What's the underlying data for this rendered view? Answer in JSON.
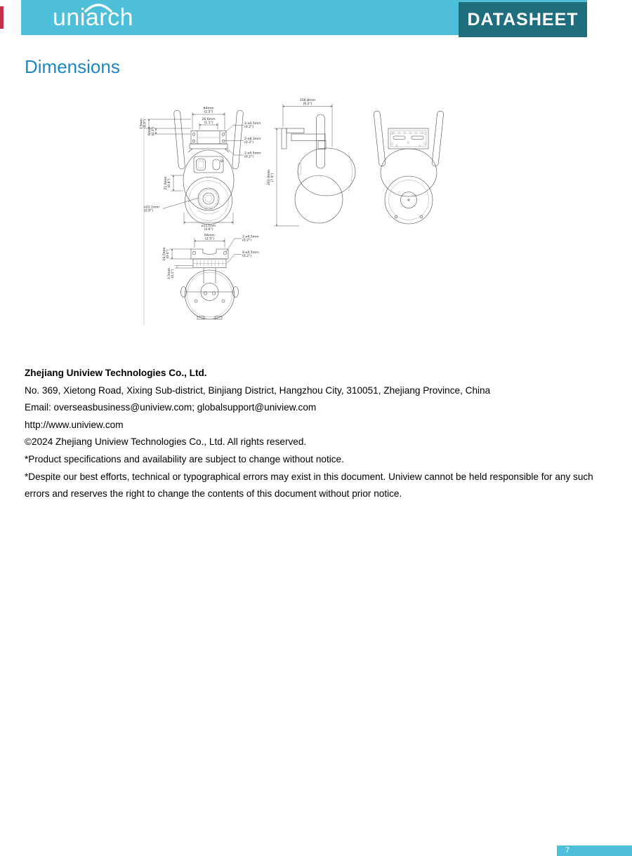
{
  "colors": {
    "header_teal": "#4EBFD9",
    "badge_teal": "#1E6E7E",
    "title_blue": "#1B87C6",
    "bleed_red": "#C53049"
  },
  "header": {
    "logo_text": "uniarch",
    "badge": "DATASHEET"
  },
  "section_title": "Dimensions",
  "drawing": {
    "front": {
      "dim_width_top": {
        "mm": "64mm",
        "inch": "(2.5\")"
      },
      "dim_width_inner": {
        "mm": "26.6mm",
        "inch": "(1.1\")"
      },
      "dim_height_13": {
        "mm": "13mm",
        "inch": "(0.5\")"
      },
      "dim_height_8": {
        "mm": "8mm",
        "inch": "(0.3\")"
      },
      "dim_holes_top": {
        "mm": "2-⌀4.5mm",
        "inch": "(0.2\")"
      },
      "dim_holes_mid": {
        "mm": "2-⌀8.3mm",
        "inch": "(0.3\")"
      },
      "dim_holes_bot": {
        "mm": "2-⌀4.5mm",
        "inch": "(0.2\")"
      },
      "dim_height_21": {
        "mm": "21.6mm",
        "inch": "(0.8\")"
      },
      "dim_lens": {
        "mm": "⌀22.1mm",
        "inch": "(0.9\")"
      },
      "dim_diameter": {
        "mm": "⌀117mm",
        "inch": "(4.6\")"
      }
    },
    "side": {
      "dim_width": {
        "mm": "156.8mm",
        "inch": "(6.2\")"
      },
      "dim_height": {
        "mm": "201.9mm",
        "inch": "(7.9\")"
      }
    },
    "bottom": {
      "dim_width": {
        "mm": "64mm",
        "inch": "(2.5\")"
      },
      "dim_holes_2": {
        "mm": "2-⌀4.5mm",
        "inch": "(0.2\")"
      },
      "dim_holes_4": {
        "mm": "4-⌀4.5mm",
        "inch": "(0.2\")"
      },
      "dim_height_16": {
        "mm": "16.5mm",
        "inch": "(0.6\")"
      },
      "dim_height_3": {
        "mm": "3.5mm",
        "inch": "(0.1\")"
      }
    }
  },
  "company": {
    "name": "Zhejiang Uniview Technologies Co., Ltd.",
    "address": "No. 369, Xietong Road, Xixing Sub-district, Binjiang District, Hangzhou City, 310051, Zhejiang Province, China",
    "email": "Email: overseasbusiness@uniview.com; globalsupport@uniview.com",
    "website": "http://www.uniview.com",
    "copyright": "©2024  Zhejiang Uniview Technologies Co., Ltd. All rights reserved.",
    "note1": "*Product specifications and availability are subject to change without notice.",
    "note2": "*Despite our best efforts, technical or typographical errors may exist in this document. Uniview cannot be held responsible for any such errors and reserves the right to change the contents of this document without prior notice."
  },
  "footer": {
    "page_number": "7"
  }
}
